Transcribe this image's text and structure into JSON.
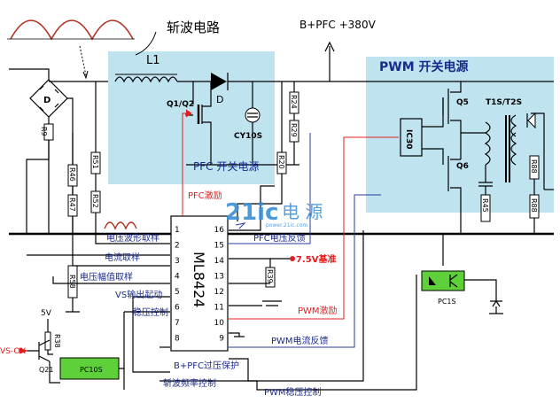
{
  "labels": {
    "title_chopper": "斩波电路",
    "bpfc": "B+PFC +380V",
    "pwm_block": "PWM 开关电源",
    "pfc_block": "PFC 开关电源",
    "L1": "L1",
    "D_boost": "D",
    "D_bridge": "D",
    "Q1Q2": "Q1/Q2",
    "CY10S": "CY10S",
    "IC30": "IC30",
    "Q5": "Q5",
    "Q6": "Q6",
    "T1S": "T1S/T2S",
    "R9": "R9",
    "R46": "R46",
    "R47": "R47",
    "R51": "R51",
    "R52": "R52",
    "R58": "R58",
    "R24": "R24",
    "R29": "R29",
    "R20": "R20",
    "R39": "R39",
    "R45": "R45",
    "R88a": "R88",
    "R88b": "R88",
    "R38": "R38",
    "Q21": "Q21",
    "PC10S": "PC10S",
    "PC1S": "PC1S",
    "v5": "5V",
    "vs_on": "VS-ON",
    "ic_name": "ML8424",
    "pfc_drive": "PFC激励",
    "pfc_fb": "PFC电压反馈",
    "vwave": "电压波形取样",
    "isense": "电流取样",
    "vamp": "电压幅值取样",
    "vs_start": "VS输出起动",
    "regulate": "稳压控制",
    "ref": "7.5V基准",
    "pwm_drive": "PWM激励",
    "pwm_ifb": "PWM电流反馈",
    "ovp": "B+PFC过压保护",
    "freq": "斩波频率控制",
    "pwm_reg": "PWM稳压控制",
    "wm_big": "21ic",
    "wm_cn": "电 源",
    "wm_url": "power.21ic.com"
  },
  "pins_left": [
    "1",
    "2",
    "3",
    "4",
    "5",
    "6",
    "7",
    "8"
  ],
  "pins_right": [
    "16",
    "15",
    "14",
    "13",
    "12",
    "11",
    "10",
    "9"
  ],
  "colors": {
    "block_fill": "#bfe4f0",
    "label_blue": "#1a2a8a",
    "red": "#e02020",
    "watermark": "#3a8fd6"
  }
}
